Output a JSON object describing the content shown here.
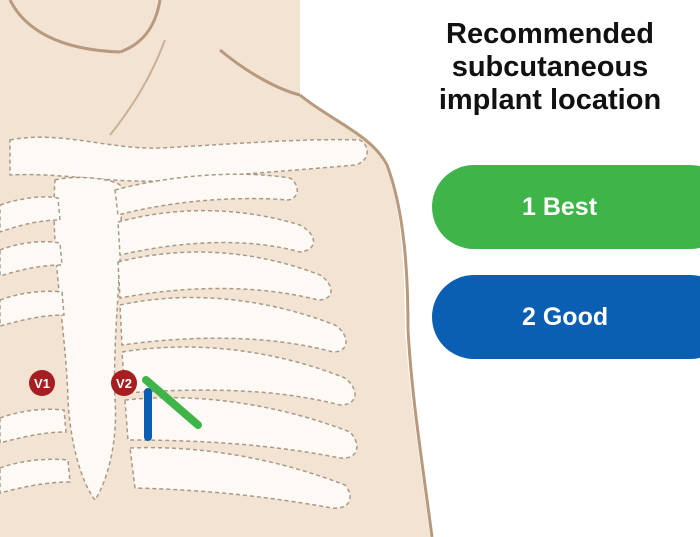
{
  "title": {
    "line1": "Recommended",
    "line2": "subcutaneous",
    "line3": "implant location"
  },
  "options": [
    {
      "label": "1 Best",
      "color": "#3fb549"
    },
    {
      "label": "2 Good",
      "color": "#0a5fb2"
    }
  ],
  "electrodes": [
    {
      "label": "V1",
      "color": "#a71e22"
    },
    {
      "label": "V2",
      "color": "#a71e22"
    }
  ],
  "colors": {
    "skin": "#f3e3d3",
    "skin_outline": "#b79a7d",
    "bone": "#fdfaf5",
    "bone_outline": "#a89a88",
    "best_line": "#3fb549",
    "good_line": "#0a5fb2"
  }
}
